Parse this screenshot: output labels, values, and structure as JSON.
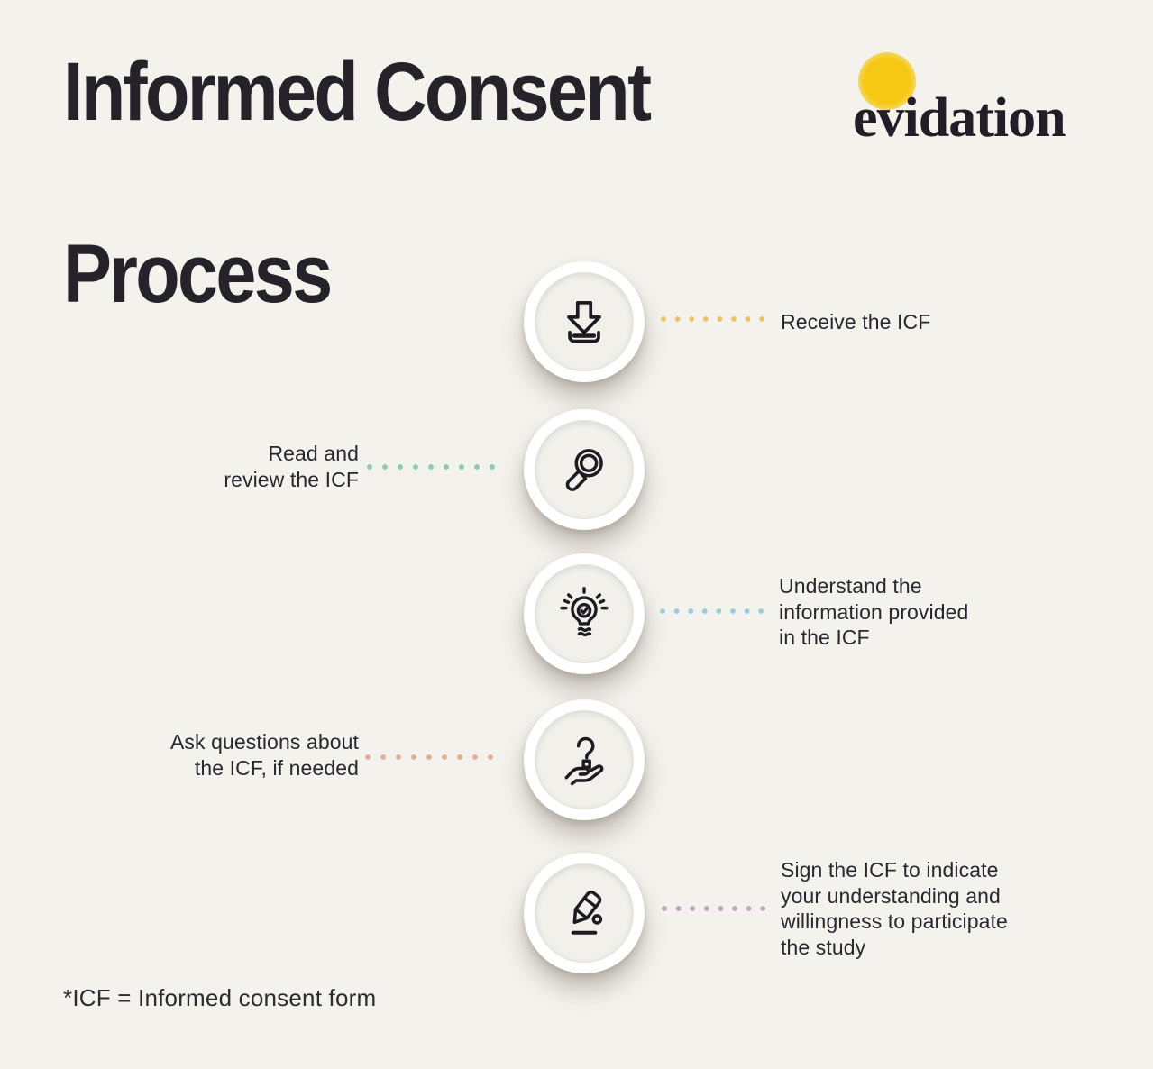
{
  "page": {
    "background_color": "#f4f2ec"
  },
  "header": {
    "title_line1": "Informed Consent",
    "title_line2": "Process",
    "logo": {
      "text": "evidation",
      "dot_color": "#f6c713"
    }
  },
  "steps": [
    {
      "label": "Receive the ICF",
      "side": "right",
      "arc_color": "#f1c64f",
      "dot_color": "#e8c663",
      "icon": "download-icon"
    },
    {
      "label": "Read and\nreview the ICF",
      "side": "left",
      "arc_color": "#80cda9",
      "dot_color": "#8bcbb0",
      "icon": "magnifier-icon"
    },
    {
      "label": "Understand the\ninformation provided\nin the ICF",
      "side": "right",
      "arc_color": "#8ac5de",
      "dot_color": "#9bccdc",
      "icon": "lightbulb-check-icon"
    },
    {
      "label": "Ask questions about\nthe ICF, if needed",
      "side": "left",
      "arc_color": "#edaa92",
      "dot_color": "#e5ad97",
      "icon": "question-hand-icon"
    },
    {
      "label": "Sign the ICF to indicate\nyour understanding and\nwillingness to participate\nthe study",
      "side": "right",
      "arc_color": "#bb9dc0",
      "dot_color": "#c1a4c5",
      "icon": "pen-sign-icon"
    }
  ],
  "footer": {
    "note": "*ICF = Informed consent form"
  }
}
